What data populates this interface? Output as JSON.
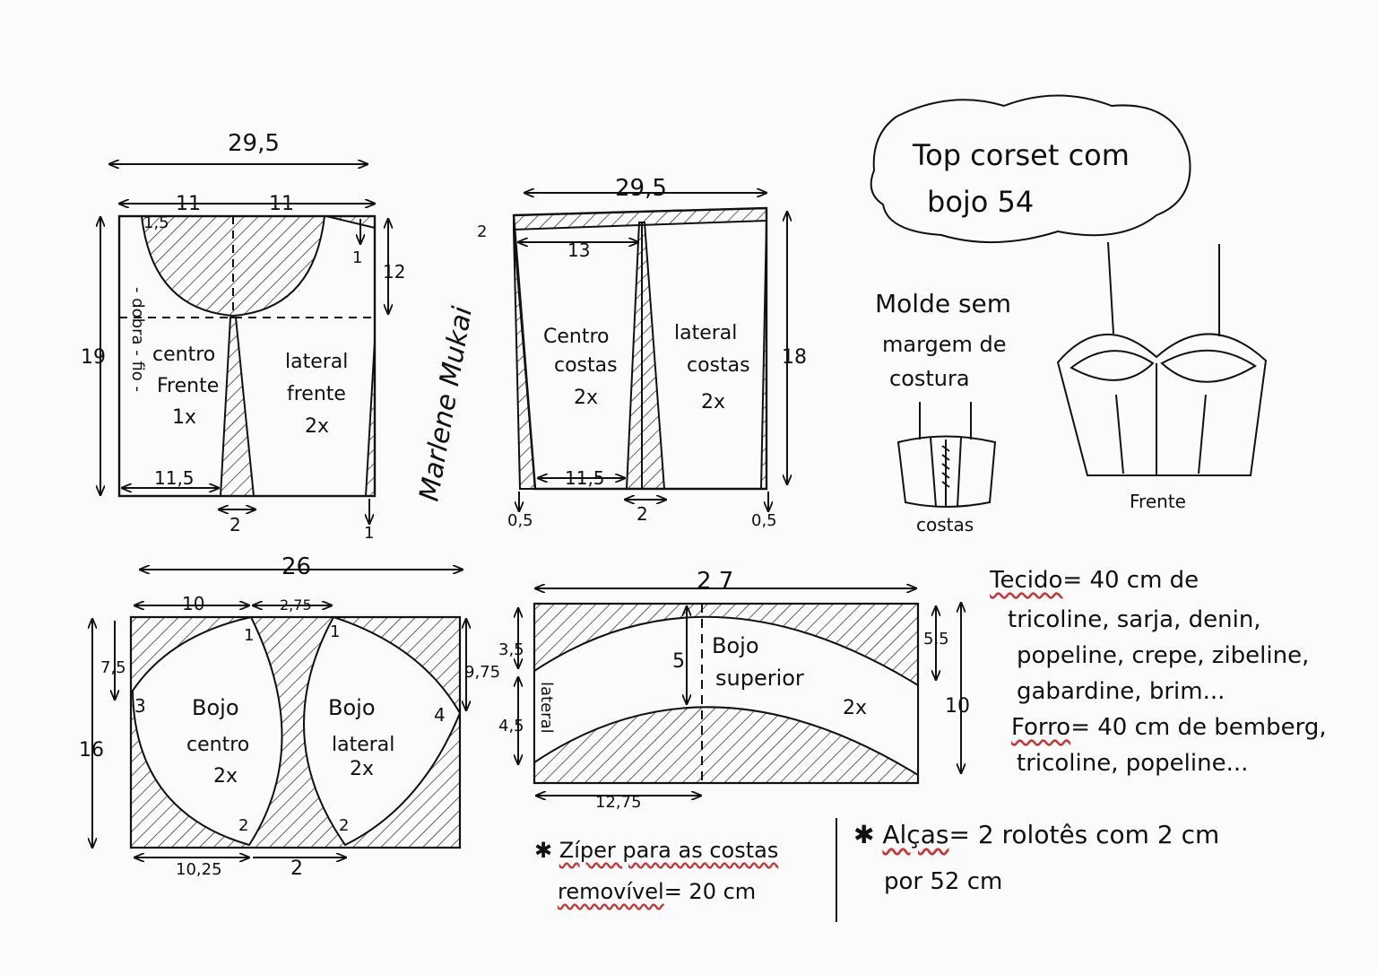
{
  "title": {
    "line1": "Top corset com",
    "line2": "bojo 54"
  },
  "subtitle": {
    "line1": "Molde sem",
    "line2": "margem de",
    "line3": "costura"
  },
  "signature_text": "Marlene Mukai",
  "front": {
    "dim_width": "29,5",
    "dim_15": "1,5",
    "dim_11a": "11",
    "dim_11b": "11",
    "dim_12": "12",
    "dim_1": "1",
    "dim_19": "19",
    "dim_115": "11,5",
    "dim_2": "2",
    "dim_1b": "1",
    "fold": "- dobra - fio -",
    "centro": {
      "l1": "centro",
      "l2": "Frente",
      "l3": "1x"
    },
    "lateral": {
      "l1": "lateral",
      "l2": "frente",
      "l3": "2x"
    }
  },
  "back": {
    "dim_width": "29,5",
    "dim_2": "2",
    "dim_13": "13",
    "dim_18": "18",
    "dim_115": "11,5",
    "dim_05a": "0,5",
    "dim_2b": "2",
    "dim_05b": "0,5",
    "centro": {
      "l1": "Centro",
      "l2": "costas",
      "l3": "2x"
    },
    "lateral": {
      "l1": "lateral",
      "l2": "costas",
      "l3": "2x"
    }
  },
  "cups": {
    "dim_26": "26",
    "dim_10": "10",
    "dim_275": "2,75",
    "dim_75": "7,5",
    "dim_975": "9,75",
    "dim_16": "16",
    "dim_1025": "10,25",
    "dim_2": "2",
    "n1a": "1",
    "n1b": "1",
    "n3": "3",
    "n4": "4",
    "n2a": "2",
    "n2b": "2",
    "centro": {
      "l1": "Bojo",
      "l2": "centro",
      "l3": "2x"
    },
    "lateral": {
      "l1": "Bojo",
      "l2": "lateral",
      "l3": "2x"
    }
  },
  "upper": {
    "dim_27": "2 7",
    "dim_35": "3,5",
    "dim_5": "5",
    "dim_55": "5,5",
    "dim_45": "4,5",
    "dim_10": "10",
    "dim_1275": "12,75",
    "lateral": "lateral",
    "label": {
      "l1": "Bojo",
      "l2": "superior",
      "l3": "2x"
    }
  },
  "sketches": {
    "back_label": "costas",
    "front_label": "Frente"
  },
  "notes": {
    "tecido_label": "Tecido",
    "tecido_l1": "= 40 cm   de",
    "tecido_l2": "tricoline, sarja, denin,",
    "tecido_l3": "popeline, crepe, zibeline,",
    "tecido_l4": "gabardine, brim...",
    "forro_label": "Forro",
    "forro_l1": "= 40 cm  de bemberg,",
    "forro_l2": "tricoline, popeline...",
    "ziper_label": "Zíper para as costas",
    "ziper_l2_label": "removível",
    "ziper_l2": "= 20 cm",
    "alcas_label": "Alças",
    "alcas_l1": "= 2 rolotês com 2 cm",
    "alcas_l2": "por 52 cm"
  }
}
